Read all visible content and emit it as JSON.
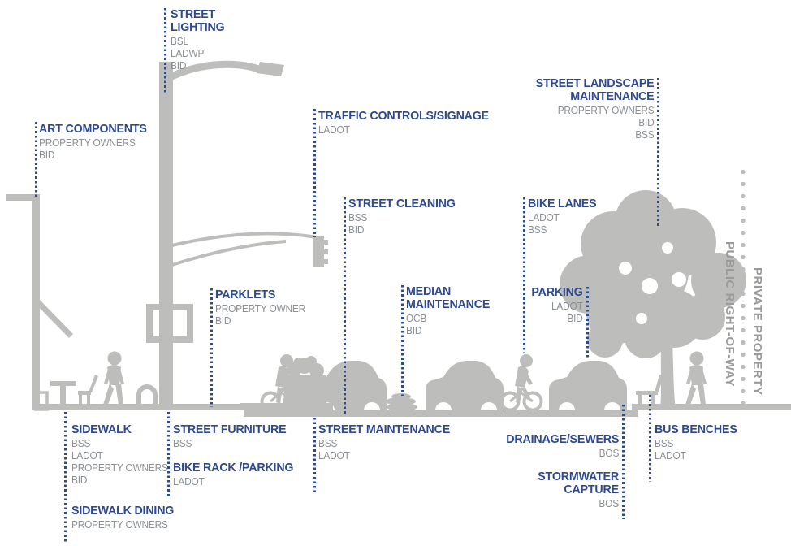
{
  "palette": {
    "accent": "#2e4a8c",
    "muted": "#8b9094",
    "scene": "#bdbdbb",
    "zone": "#9a9a9a"
  },
  "labels": [
    {
      "id": "street-lighting",
      "title_lines": [
        "STREET",
        "LIGHTING"
      ],
      "orgs": [
        "BSL",
        "LADWP",
        "BID"
      ]
    },
    {
      "id": "art-components",
      "title_lines": [
        "ART COMPONENTS"
      ],
      "orgs": [
        "PROPERTY OWNERS",
        "BID"
      ]
    },
    {
      "id": "traffic-controls-signage",
      "title_lines": [
        "TRAFFIC CONTROLS/SIGNAGE"
      ],
      "orgs": [
        "LADOT"
      ]
    },
    {
      "id": "street-landscape-maintenance",
      "title_lines": [
        "STREET LANDSCAPE",
        "MAINTENANCE"
      ],
      "orgs": [
        "PROPERTY OWNERS",
        "BID",
        "BSS"
      ]
    },
    {
      "id": "street-cleaning",
      "title_lines": [
        "STREET CLEANING"
      ],
      "orgs": [
        "BSS",
        "BID"
      ]
    },
    {
      "id": "bike-lanes",
      "title_lines": [
        "BIKE LANES"
      ],
      "orgs": [
        "LADOT",
        "BSS"
      ]
    },
    {
      "id": "parklets",
      "title_lines": [
        "PARKLETS"
      ],
      "orgs": [
        "PROPERTY OWNER",
        "BID"
      ]
    },
    {
      "id": "median-maintenance",
      "title_lines": [
        "MEDIAN",
        "MAINTENANCE"
      ],
      "orgs": [
        "OCB",
        "BID"
      ]
    },
    {
      "id": "parking",
      "title_lines": [
        "PARKING"
      ],
      "orgs": [
        "LADOT",
        "BID"
      ]
    },
    {
      "id": "sidewalk",
      "title_lines": [
        "SIDEWALK"
      ],
      "orgs": [
        "BSS",
        "LADOT",
        "PROPERTY OWNERS",
        "BID"
      ]
    },
    {
      "id": "sidewalk-dining",
      "title_lines": [
        "SIDEWALK DINING"
      ],
      "orgs": [
        "PROPERTY OWNERS"
      ]
    },
    {
      "id": "street-furniture",
      "title_lines": [
        "STREET FURNITURE"
      ],
      "orgs": [
        "BSS"
      ]
    },
    {
      "id": "bike-rack-parking",
      "title_lines": [
        "BIKE RACK /PARKING"
      ],
      "orgs": [
        "LADOT"
      ]
    },
    {
      "id": "street-maintenance",
      "title_lines": [
        "STREET MAINTENANCE"
      ],
      "orgs": [
        "BSS",
        "LADOT"
      ]
    },
    {
      "id": "drainage-sewers",
      "title_lines": [
        "DRAINAGE/SEWERS"
      ],
      "orgs": [
        "BOS"
      ]
    },
    {
      "id": "stormwater-capture",
      "title_lines": [
        "STORMWATER",
        "CAPTURE"
      ],
      "orgs": [
        "BOS"
      ]
    },
    {
      "id": "bus-benches",
      "title_lines": [
        "BUS BENCHES"
      ],
      "orgs": [
        "BSS",
        "LADOT"
      ]
    }
  ],
  "zones": {
    "public": "PUBLIC RIGHT-OF-WAY",
    "private": "PRIVATE PROPERTY"
  }
}
